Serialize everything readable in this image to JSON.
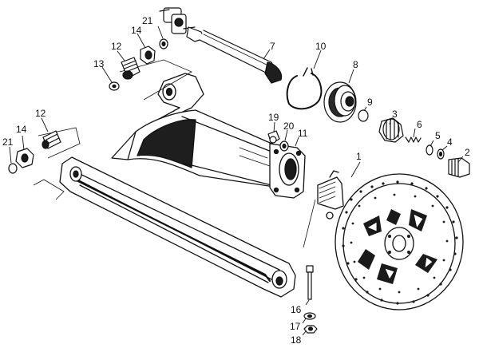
{
  "parts": [
    {
      "id": "part-1",
      "label": "1"
    },
    {
      "id": "part-2",
      "label": "2"
    },
    {
      "id": "part-3",
      "label": "3"
    },
    {
      "id": "part-4",
      "label": "4"
    },
    {
      "id": "part-5",
      "label": "5"
    },
    {
      "id": "part-6",
      "label": "6"
    },
    {
      "id": "part-7",
      "label": "7"
    },
    {
      "id": "part-8",
      "label": "8"
    },
    {
      "id": "part-9",
      "label": "9"
    },
    {
      "id": "part-10",
      "label": "10"
    },
    {
      "id": "part-11",
      "label": "11"
    },
    {
      "id": "part-12a",
      "label": "12"
    },
    {
      "id": "part-12b",
      "label": "12"
    },
    {
      "id": "part-13",
      "label": "13"
    },
    {
      "id": "part-14a",
      "label": "14"
    },
    {
      "id": "part-14b",
      "label": "14"
    },
    {
      "id": "part-16",
      "label": "16"
    },
    {
      "id": "part-17",
      "label": "17"
    },
    {
      "id": "part-18",
      "label": "18"
    },
    {
      "id": "part-19",
      "label": "19"
    },
    {
      "id": "part-20",
      "label": "20"
    },
    {
      "id": "part-21a",
      "label": "21"
    },
    {
      "id": "part-21b",
      "label": "21"
    }
  ]
}
